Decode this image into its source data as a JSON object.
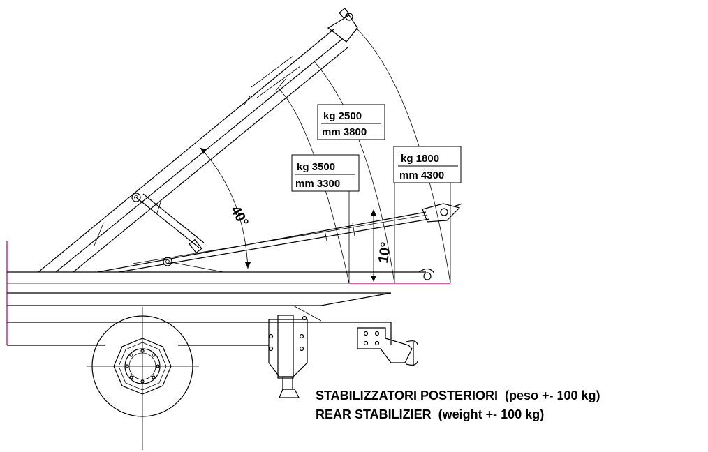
{
  "angles": {
    "upper": "40°",
    "lower": "10°"
  },
  "loads": [
    {
      "weight": "kg 2500",
      "reach": "mm 3800"
    },
    {
      "weight": "kg 3500",
      "reach": "mm 3300"
    },
    {
      "weight": "kg 1800",
      "reach": "mm 4300"
    }
  ],
  "caption": {
    "line_it": "STABILIZZATORI POSTERIORI  (peso +- 100 kg)",
    "line_en": "REAR STABILIZIER  (weight +- 100 kg)"
  },
  "colors": {
    "stroke": "#000000",
    "marker": "#e0208c"
  }
}
